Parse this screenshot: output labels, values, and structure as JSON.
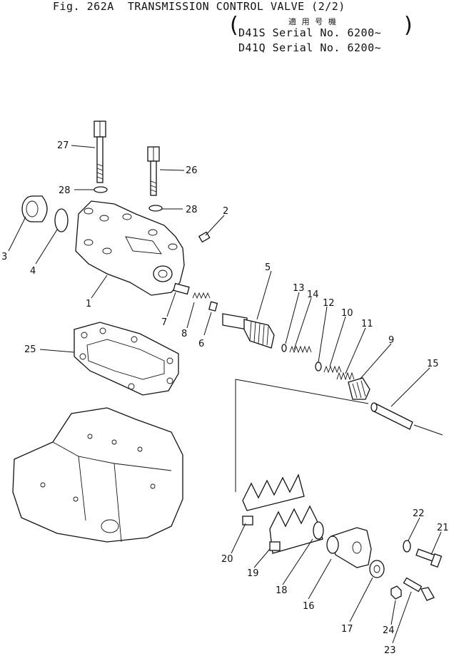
{
  "header": {
    "figure": "Fig. 262A",
    "title": "TRANSMISSION CONTROL VALVE (2/2)",
    "applicable_models_label": "適 用 号 機",
    "serial_lines": [
      "D41S Serial No. 6200~",
      "D41Q Serial No. 6200~"
    ]
  },
  "callouts": [
    "1",
    "2",
    "3",
    "4",
    "5",
    "6",
    "7",
    "8",
    "9",
    "10",
    "11",
    "12",
    "13",
    "14",
    "15",
    "16",
    "17",
    "18",
    "19",
    "20",
    "21",
    "22",
    "23",
    "24",
    "25",
    "26",
    "27",
    "28",
    "28"
  ]
}
